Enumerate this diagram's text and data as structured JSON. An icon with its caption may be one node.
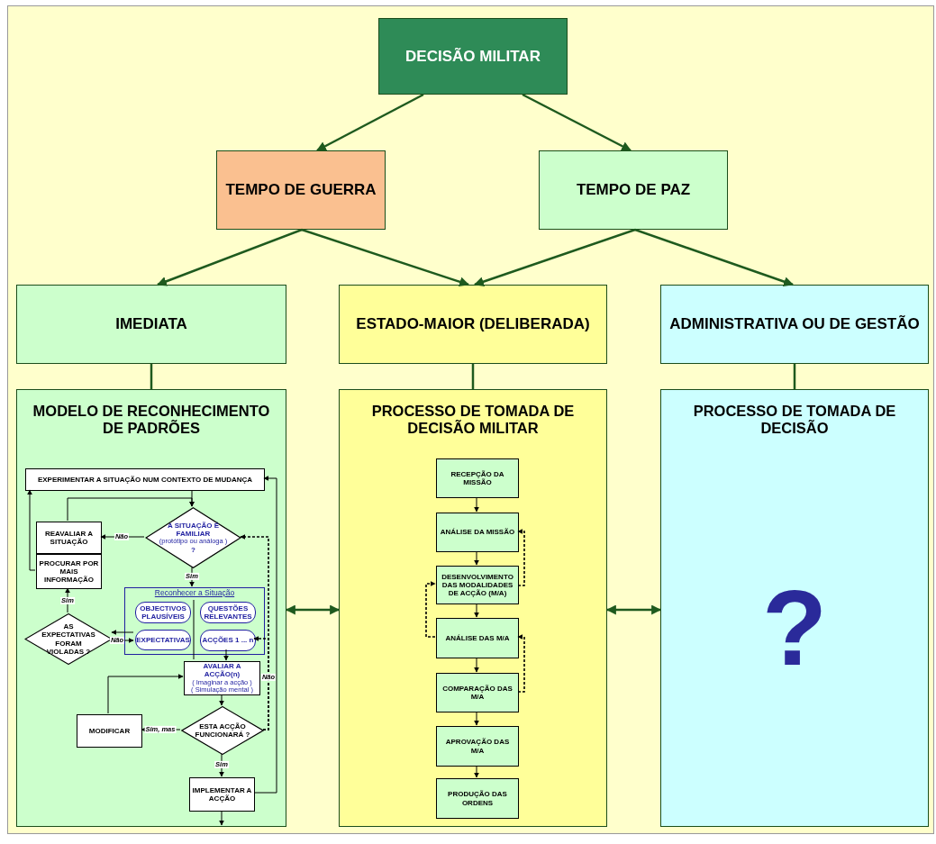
{
  "diagram": {
    "nodes": [
      {
        "text": [
          "DECISÃO MILITAR"
        ]
      },
      {
        "text": [
          "TEMPO DE GUERRA"
        ]
      },
      {
        "text": [
          "TEMPO DE PAZ"
        ]
      },
      {
        "text": [
          "IMEDIATA"
        ]
      },
      {
        "text": [
          "ESTADO-MAIOR (DELIBERADA)"
        ]
      },
      {
        "text": [
          "ADMINISTRATIVA OU DE GESTÃO"
        ]
      },
      {
        "text": [
          "MODELO DE RECONHECIMENTO DE PADRÕES"
        ]
      },
      {
        "text": [
          "EXPERIMENTAR A SITUAÇÃO NUM CONTEXTO DE MUDANÇA"
        ],
        "in": 6
      },
      {
        "text": [
          "A SITUAÇÃO É FAMILIAR",
          "(protótipo ou análoga )",
          "?"
        ],
        "in": 6
      },
      {
        "text": [
          "REAVALIAR A SITUAÇÃO"
        ],
        "in": 6
      },
      {
        "text": [
          "PROCURAR POR MAIS INFORMAÇÃO"
        ],
        "in": 6
      },
      {
        "text": [
          "AS EXPECTATIVAS FORAM VIOLADAS ?"
        ],
        "in": 6
      },
      {
        "text": [
          "Reconhecer a Situação"
        ],
        "in": 6
      },
      {
        "text": [
          "OBJECTIVOS PLAUSÍVEIS"
        ],
        "in": 12
      },
      {
        "text": [
          "QUESTÕES RELEVANTES"
        ],
        "in": 12
      },
      {
        "text": [
          "EXPECTATIVAS"
        ],
        "in": 12
      },
      {
        "text": [
          "ACÇÕES 1 ... n"
        ],
        "in": 12
      },
      {
        "text": [
          "AVALIAR A ACÇÃO(n)",
          "( Imaginar a acção )",
          "( Simulação mental )"
        ],
        "in": 6
      },
      {
        "text": [
          "MODIFICAR"
        ],
        "in": 6
      },
      {
        "text": [
          "ESTA ACÇÃO FUNCIONARÁ ?"
        ],
        "in": 6
      },
      {
        "text": [
          "IMPLEMENTAR A ACÇÃO"
        ],
        "in": 6
      },
      {
        "text": [
          "PROCESSO DE TOMADA DE DECISÃO MILITAR"
        ]
      },
      {
        "text": [
          "RECEPÇÃO DA MISSÃO"
        ],
        "in": 21
      },
      {
        "text": [
          "ANÁLISE DA MISSÃO"
        ],
        "in": 21
      },
      {
        "text": [
          "DESENVOLVIMENTO DAS MODALIDADES DE ACÇÃO (M/A)"
        ],
        "in": 21
      },
      {
        "text": [
          "ANÁLISE DAS M/A"
        ],
        "in": 21
      },
      {
        "text": [
          "COMPARAÇÃO DAS M/A"
        ],
        "in": 21
      },
      {
        "text": [
          "APROVAÇÃO DAS M/A"
        ],
        "in": 21
      },
      {
        "text": [
          "PRODUÇÃO DAS ORDENS"
        ],
        "in": 21
      },
      {
        "text": [
          "PROCESSO DE TOMADA DE DECISÃO",
          "?"
        ]
      }
    ],
    "edges": [
      {
        "from": 0,
        "to": 1,
        "arrow": "to",
        "color": "#1e5a1e"
      },
      {
        "from": 0,
        "to": 2,
        "arrow": "to",
        "color": "#1e5a1e"
      },
      {
        "from": 1,
        "to": 3,
        "arrow": "to",
        "color": "#1e5a1e"
      },
      {
        "from": 1,
        "to": 4,
        "arrow": "to",
        "color": "#1e5a1e"
      },
      {
        "from": 2,
        "to": 4,
        "arrow": "to",
        "color": "#1e5a1e"
      },
      {
        "from": 2,
        "to": 5,
        "arrow": "to",
        "color": "#1e5a1e"
      },
      {
        "from": 3,
        "to": 6,
        "arrow": "none",
        "color": "#1e5a1e"
      },
      {
        "from": 4,
        "to": 21,
        "arrow": "none",
        "color": "#1e5a1e"
      },
      {
        "from": 5,
        "to": 29,
        "arrow": "none",
        "color": "#1e5a1e"
      },
      {
        "from": 6,
        "to": 21,
        "arrow": "both",
        "color": "#1e5a1e"
      },
      {
        "from": 21,
        "to": 29,
        "arrow": "both",
        "color": "#1e5a1e"
      },
      {
        "from": 7,
        "to": 8,
        "arrow": "to"
      },
      {
        "from": 8,
        "to": 9,
        "arrow": "to",
        "label": "Não"
      },
      {
        "from": 8,
        "to": 12,
        "arrow": "to",
        "label": "Sim"
      },
      {
        "from": 9,
        "to": 8,
        "arrow": "to"
      },
      {
        "from": 10,
        "to": 7,
        "arrow": "to"
      },
      {
        "from": 11,
        "to": 10,
        "arrow": "to",
        "label": "Sim"
      },
      {
        "from": 11,
        "to": 15,
        "arrow": "to",
        "label": "Não"
      },
      {
        "from": 15,
        "to": 11,
        "arrow": "to"
      },
      {
        "from": 16,
        "to": 17,
        "arrow": "to"
      },
      {
        "from": 17,
        "to": 19,
        "arrow": "to"
      },
      {
        "from": 19,
        "to": 18,
        "arrow": "to",
        "label": "Sim, mas"
      },
      {
        "from": 18,
        "to": 17,
        "arrow": "to"
      },
      {
        "from": 19,
        "to": 20,
        "arrow": "to",
        "label": "Sim"
      },
      {
        "from": 19,
        "to": 8,
        "arrow": "to",
        "label": "Não",
        "style": "dashed"
      },
      {
        "from": 19,
        "to": 16,
        "arrow": "to",
        "style": "dashed"
      },
      {
        "from": 20,
        "to": 7,
        "arrow": "to"
      },
      {
        "from": 20,
        "to": null,
        "arrow": "to"
      },
      {
        "from": 22,
        "to": 23,
        "arrow": "to"
      },
      {
        "from": 23,
        "to": 24,
        "arrow": "to"
      },
      {
        "from": 24,
        "to": 25,
        "arrow": "to"
      },
      {
        "from": 25,
        "to": 26,
        "arrow": "to"
      },
      {
        "from": 26,
        "to": 27,
        "arrow": "to"
      },
      {
        "from": 27,
        "to": 28,
        "arrow": "to"
      },
      {
        "from": 24,
        "to": 23,
        "arrow": "to",
        "style": "dashed"
      },
      {
        "from": 25,
        "to": 24,
        "arrow": "to",
        "style": "dashed"
      },
      {
        "from": 26,
        "to": 25,
        "arrow": "to",
        "style": "dashed"
      }
    ]
  }
}
